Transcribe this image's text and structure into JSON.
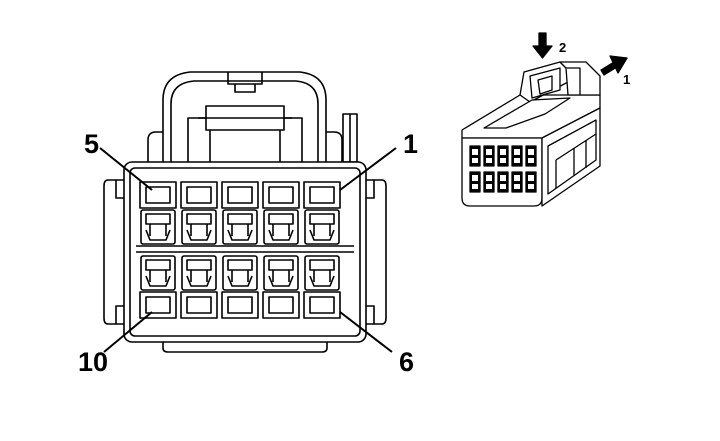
{
  "front_view": {
    "pin_labels": {
      "top_right": "1",
      "top_left": "5",
      "bottom_right": "6",
      "bottom_left": "10"
    },
    "rows": 2,
    "columns": 5
  },
  "iso_view": {
    "arrow_labels": {
      "push_down": "2",
      "pull_out": "1"
    }
  },
  "colors": {
    "line": "#000000",
    "background": "#ffffff"
  }
}
